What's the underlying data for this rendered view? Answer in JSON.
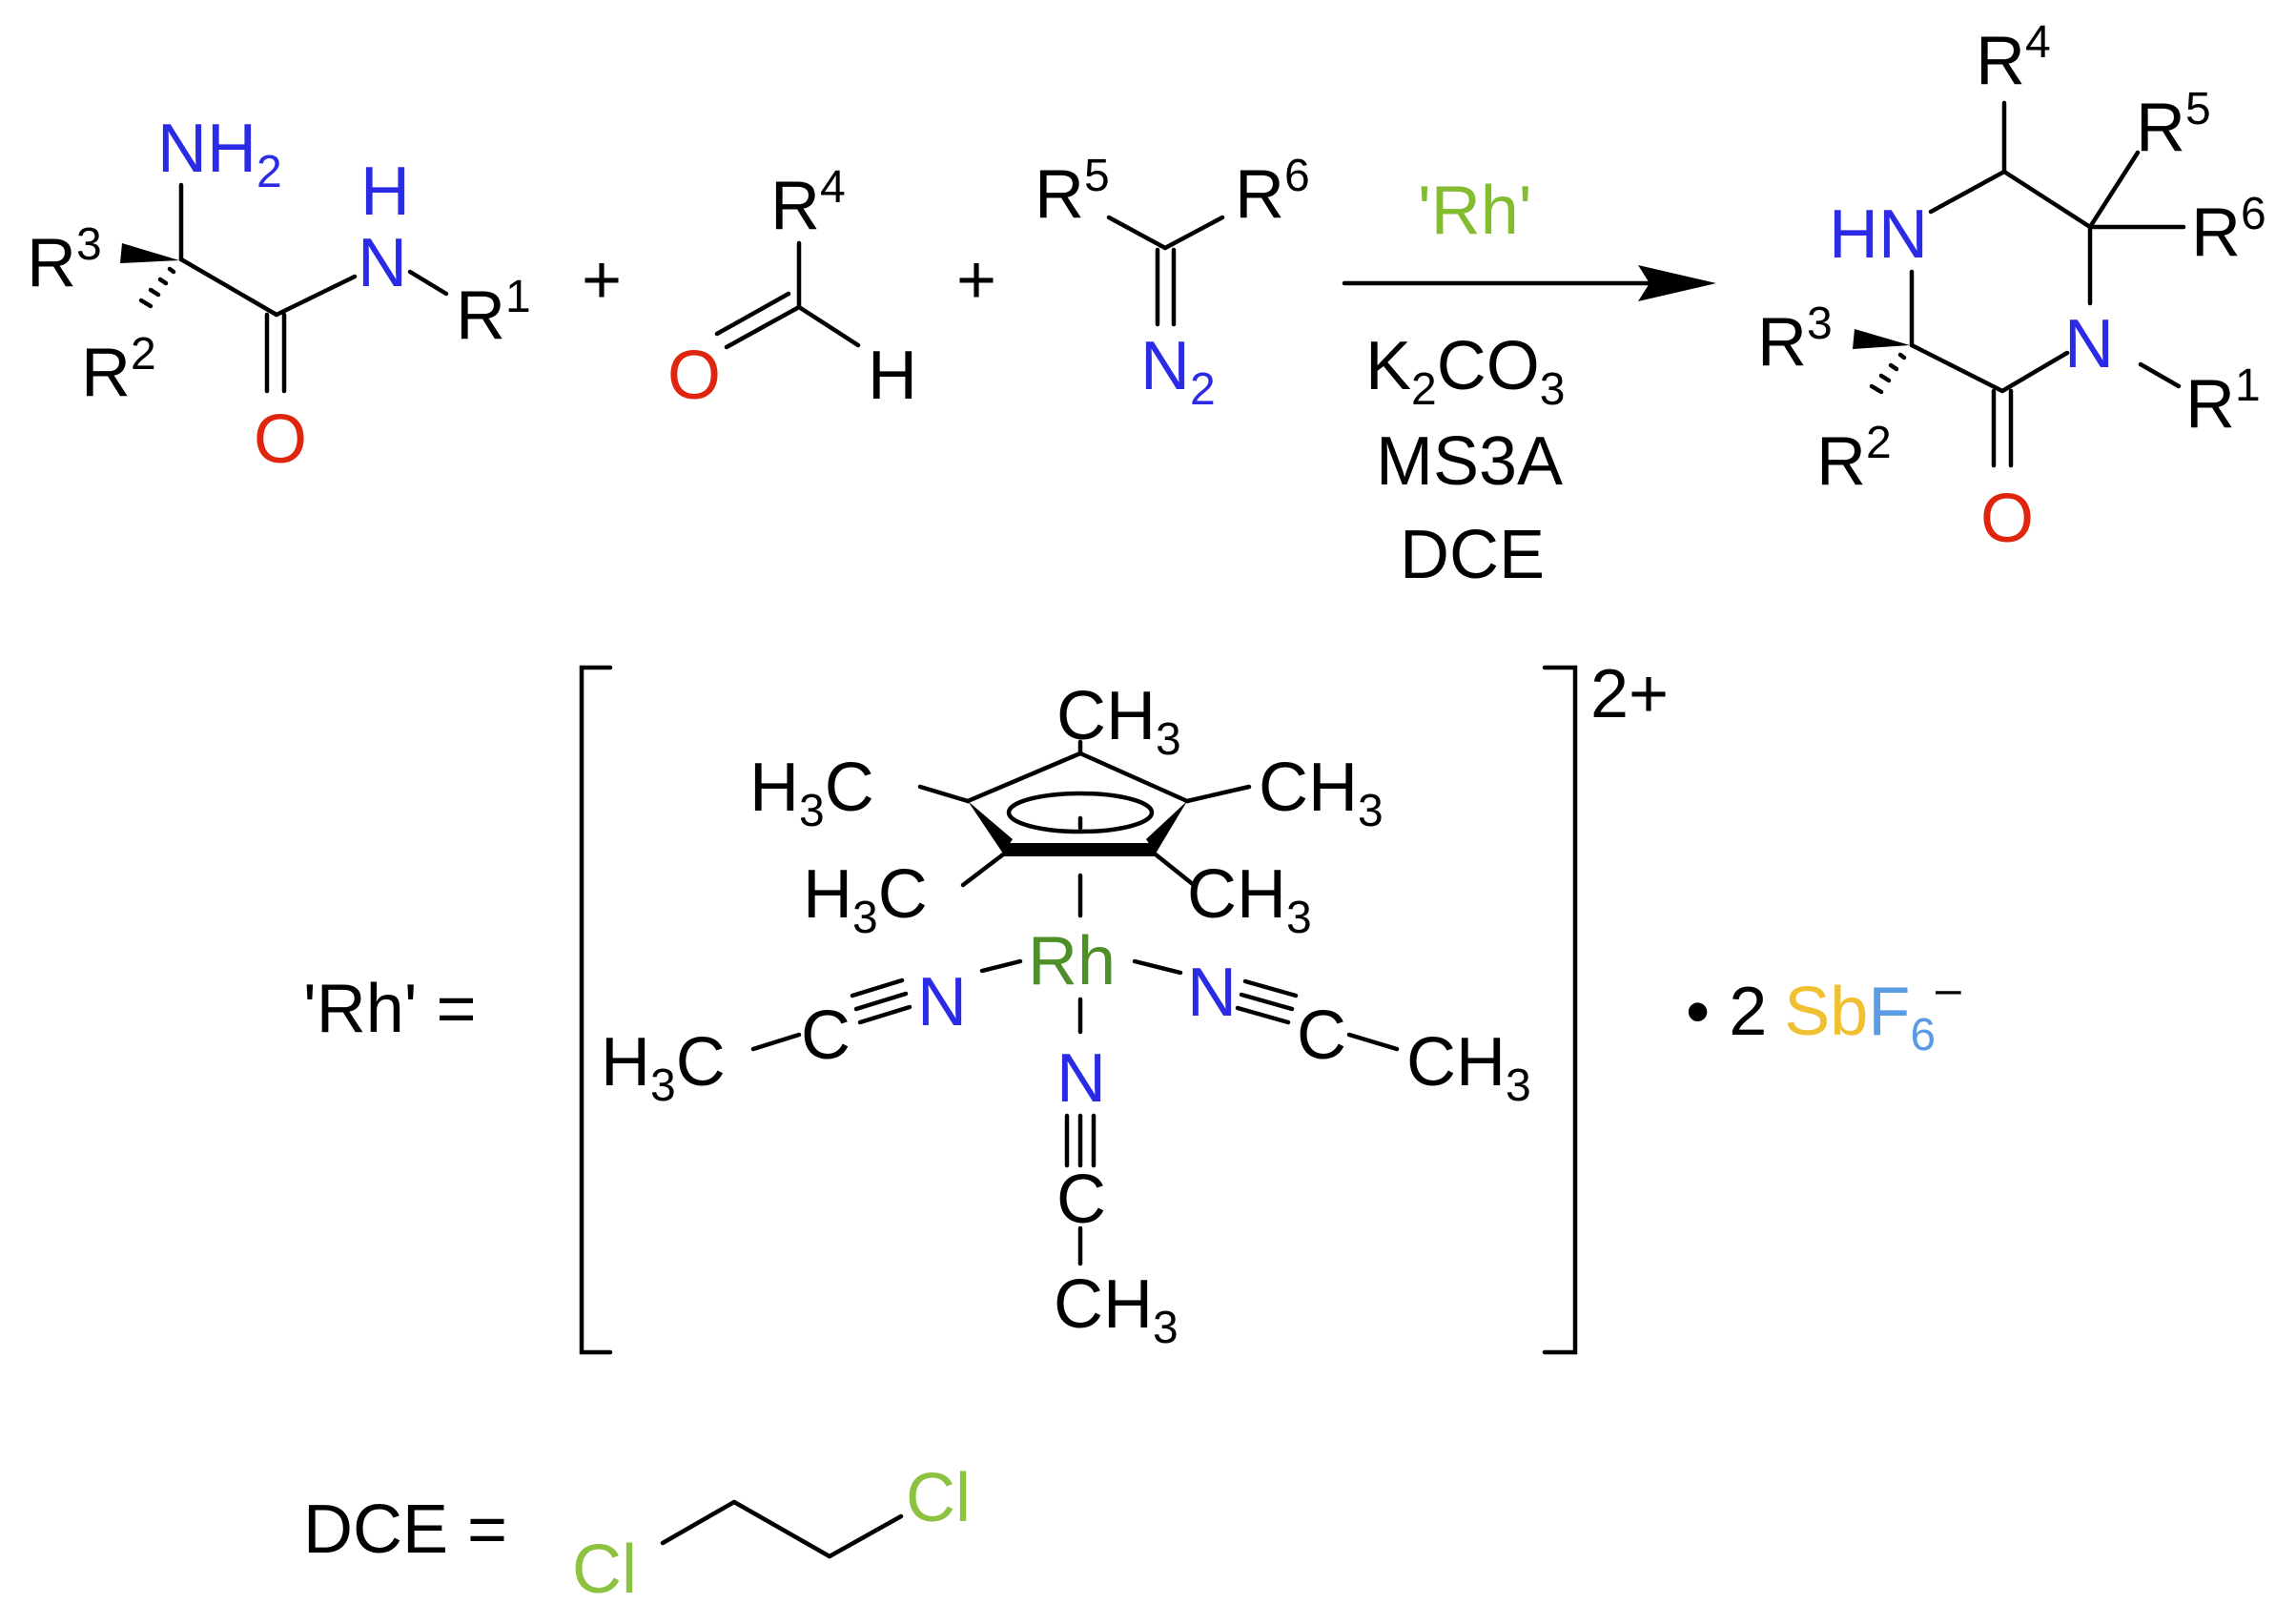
{
  "colors": {
    "nitrogen": "#2b2be6",
    "oxygen": "#e0250f",
    "rhodium_label": "#82bd2f",
    "rhodium_atom": "#4e8f2a",
    "chlorine": "#8cc23f",
    "antimony": "#f0c030",
    "fluorine": "#5a9be6"
  },
  "amide": {
    "nh2": "NH",
    "nh2_sub": "2",
    "h": "H",
    "n": "N",
    "r": "R",
    "r1_sup": "1",
    "r3_sup": "3",
    "r2_sup": "2",
    "o": "O"
  },
  "plus": "+",
  "aldehyde": {
    "r": "R",
    "r4_sup": "4",
    "o": "O",
    "h": "H"
  },
  "diazo": {
    "r": "R",
    "r5_sup": "5",
    "r6_sup": "6",
    "n": "N",
    "n_sub": "2"
  },
  "conditions": {
    "catalyst": "'Rh'",
    "base_k": "K",
    "base_sub": "2",
    "base_co": "CO",
    "base_sub2": "3",
    "sieves": "MS3A",
    "solvent": "DCE"
  },
  "product": {
    "r": "R",
    "r4_sup": "4",
    "r5_sup": "5",
    "r6_sup": "6",
    "hn": "HN",
    "n": "N",
    "r1_sup": "1",
    "r3_sup": "3",
    "r2_sup": "2",
    "o": "O"
  },
  "catalyst": {
    "label": "'Rh' =",
    "methyl_ch": "CH",
    "methyl_hc_h": "H",
    "methyl_hc_c": "C",
    "sub3": "3",
    "rh": "Rh",
    "n": "N",
    "c": "C",
    "charge": "2+",
    "counterion_dot": "• 2",
    "sb": "Sb",
    "f": "F",
    "f_sub": "6",
    "f_sup": "–"
  },
  "dce": {
    "label": "DCE =",
    "cl": "Cl"
  }
}
